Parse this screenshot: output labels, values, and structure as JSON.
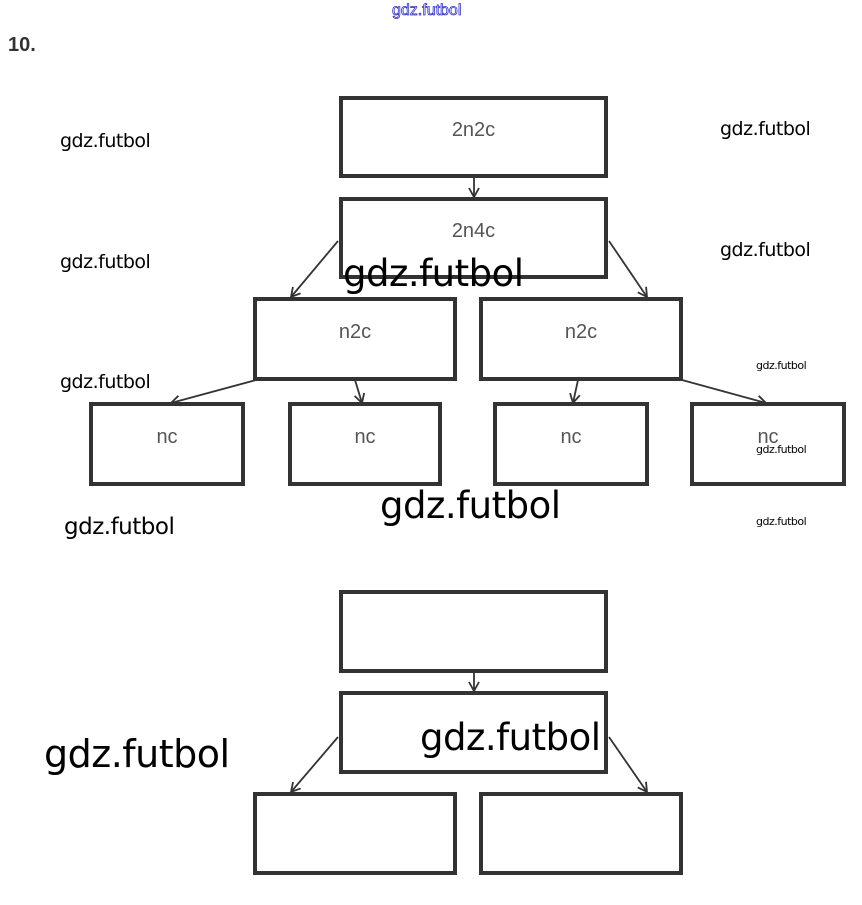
{
  "problem_number": "10.",
  "diagram_top": {
    "root": "2n2c",
    "level2": "2n4c",
    "level3": [
      "n2c",
      "n2c"
    ],
    "level4": [
      "nc",
      "nc",
      "nc",
      "nc"
    ]
  },
  "diagram_bottom": {
    "boxes": [
      "",
      "",
      "",
      ""
    ]
  },
  "watermarks": [
    "gdz.futbol",
    "gdz.futbol",
    "gdz.futbol",
    "gdz.futbol",
    "gdz.futbol",
    "gdz.futbol",
    "gdz.futbol",
    "gdz.futbol",
    "gdz.futbol",
    "gdz.futbol",
    "gdz.futbol",
    "gdz.futbol",
    "gdz.futbol",
    "gdz.futbol"
  ],
  "colors": {
    "box_stroke": "#333333",
    "label": "#555555",
    "header_watermark": "#3333cc"
  }
}
